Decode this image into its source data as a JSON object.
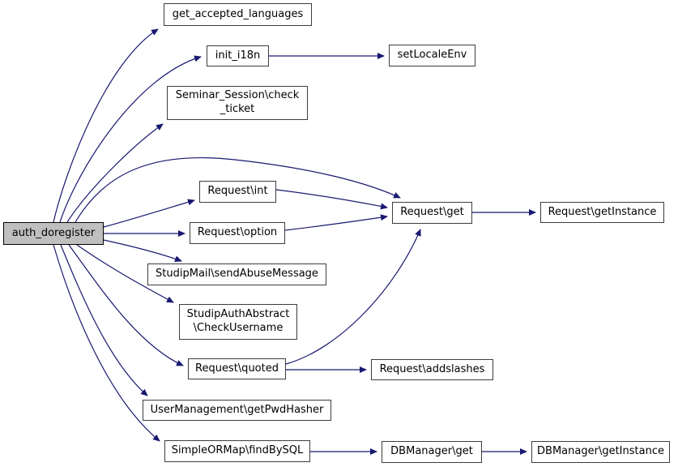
{
  "diagram": {
    "type": "call-graph",
    "root_function": "auth_doregister",
    "colors": {
      "edge": "#191970",
      "node_border": "#3d3d3d",
      "node_fill": "#ffffff",
      "highlight_fill": "#bfbfbf",
      "background": "#ffffff",
      "text": "#000000"
    },
    "nodes": {
      "auth_doregister": {
        "label": "auth_doregister",
        "highlighted": true
      },
      "get_accepted_languages": {
        "label": "get_accepted_languages",
        "highlighted": false
      },
      "init_i18n": {
        "label": "init_i18n",
        "highlighted": false
      },
      "setLocaleEnv": {
        "label": "setLocaleEnv",
        "highlighted": false
      },
      "seminar_session_check_ticket": {
        "label": "Seminar_Session\\check\n_ticket",
        "highlighted": false
      },
      "request_int": {
        "label": "Request\\int",
        "highlighted": false
      },
      "request_option": {
        "label": "Request\\option",
        "highlighted": false
      },
      "studipmail_sendabusemessage": {
        "label": "StudipMail\\sendAbuseMessage",
        "highlighted": false
      },
      "request_get": {
        "label": "Request\\get",
        "highlighted": false
      },
      "request_getinstance": {
        "label": "Request\\getInstance",
        "highlighted": false
      },
      "studipauthabstract_checkusername": {
        "label": "StudipAuthAbstract\n\\CheckUsername",
        "highlighted": false
      },
      "request_quoted": {
        "label": "Request\\quoted",
        "highlighted": false
      },
      "request_addslashes": {
        "label": "Request\\addslashes",
        "highlighted": false
      },
      "usermanagement_getpwdhasher": {
        "label": "UserManagement\\getPwdHasher",
        "highlighted": false
      },
      "simpleormap_findbysql": {
        "label": "SimpleORMap\\findBySQL",
        "highlighted": false
      },
      "dbmanager_get": {
        "label": "DBManager\\get",
        "highlighted": false
      },
      "dbmanager_getinstance": {
        "label": "DBManager\\getInstance",
        "highlighted": false
      }
    },
    "edges": [
      {
        "from": "auth_doregister",
        "to": "get_accepted_languages"
      },
      {
        "from": "auth_doregister",
        "to": "init_i18n"
      },
      {
        "from": "auth_doregister",
        "to": "seminar_session_check_ticket"
      },
      {
        "from": "auth_doregister",
        "to": "request_get"
      },
      {
        "from": "auth_doregister",
        "to": "request_int"
      },
      {
        "from": "auth_doregister",
        "to": "request_option"
      },
      {
        "from": "auth_doregister",
        "to": "studipmail_sendabusemessage"
      },
      {
        "from": "auth_doregister",
        "to": "studipauthabstract_checkusername"
      },
      {
        "from": "auth_doregister",
        "to": "request_quoted"
      },
      {
        "from": "auth_doregister",
        "to": "usermanagement_getpwdhasher"
      },
      {
        "from": "auth_doregister",
        "to": "simpleormap_findbysql"
      },
      {
        "from": "init_i18n",
        "to": "setLocaleEnv"
      },
      {
        "from": "request_int",
        "to": "request_get"
      },
      {
        "from": "request_option",
        "to": "request_get"
      },
      {
        "from": "request_quoted",
        "to": "request_get"
      },
      {
        "from": "request_get",
        "to": "request_getinstance"
      },
      {
        "from": "request_quoted",
        "to": "request_addslashes"
      },
      {
        "from": "simpleormap_findbysql",
        "to": "dbmanager_get"
      },
      {
        "from": "dbmanager_get",
        "to": "dbmanager_getinstance"
      }
    ]
  }
}
